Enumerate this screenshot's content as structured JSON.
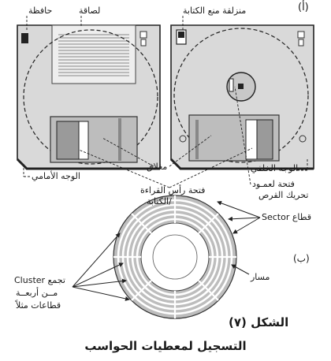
{
  "part_a_marker": "(أ)",
  "part_b_marker": "(ب)",
  "labels": {
    "write_protect_tab": "منزلقة منع الكتابة",
    "label_sticker": "لصاقة",
    "jacket": "حافظة",
    "shutter": "مغلاق",
    "back_side": "الوجه الخلفي",
    "front_side": "الوجه الأمامي",
    "head_window": "فتحة رأس القراءة",
    "head_window_2": "/الكتابة",
    "spindle_hole_1": "فتحة لعمـود",
    "spindle_hole_2": "تحريك القرص",
    "sector": "قطاع Sector",
    "track": "مسار",
    "cluster_1": "تجمع Cluster",
    "cluster_2": "مــن أربعــة",
    "cluster_3": "قطاعات مثلاً"
  },
  "figure_number": "الشكل (٧)",
  "caption": "التسجيل لمعطيات الحواسب"
}
